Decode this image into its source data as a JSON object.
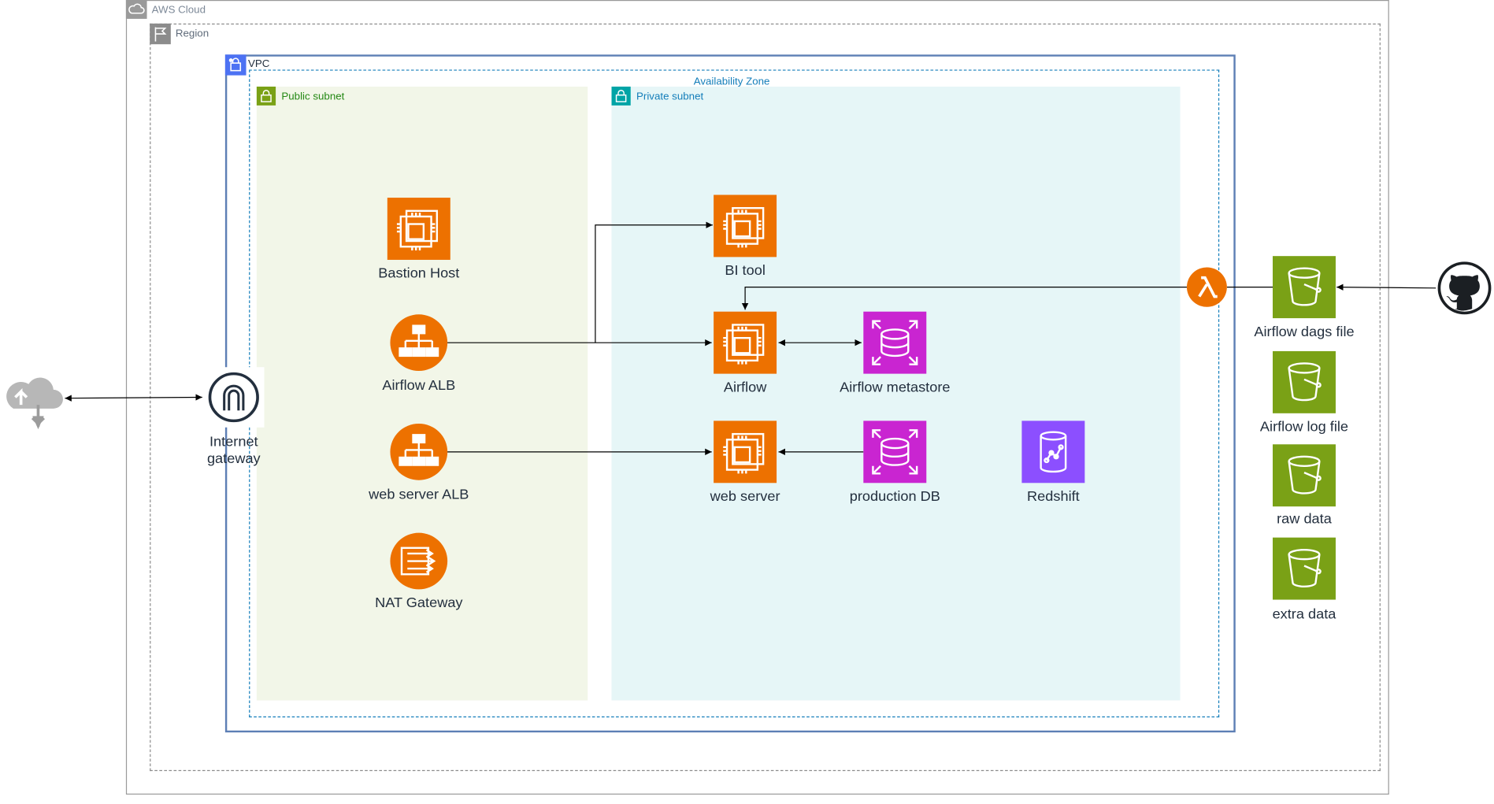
{
  "groups": {
    "aws_cloud": "AWS Cloud",
    "region": "Region",
    "vpc": "VPC",
    "availability_zone": "Availability Zone",
    "public_subnet": "Public subnet",
    "private_subnet": "Private subnet"
  },
  "nodes": {
    "bastion_host": "Bastion Host",
    "airflow_alb": "Airflow ALB",
    "web_server_alb": "web server ALB",
    "nat_gateway": "NAT Gateway",
    "internet_gateway_line1": "Internet",
    "internet_gateway_line2": "gateway",
    "bi_tool": "BI tool",
    "airflow": "Airflow",
    "airflow_metastore": "Airflow metastore",
    "web_server": "web server",
    "production_db": "production DB",
    "redshift": "Redshift",
    "airflow_dags_file": "Airflow dags file",
    "airflow_log_file": "Airflow log file",
    "raw_data": "raw data",
    "extra_data": "extra data"
  },
  "colors": {
    "compute": "#ed7100",
    "database": "#c925d1",
    "analytics": "#8c4fff",
    "storage": "#7aa116",
    "lambda": "#ed7100",
    "public_subnet_fill": "#f2f6e8",
    "private_subnet_fill": "#e6f6f7",
    "vpc_border": "#4d72f3"
  }
}
